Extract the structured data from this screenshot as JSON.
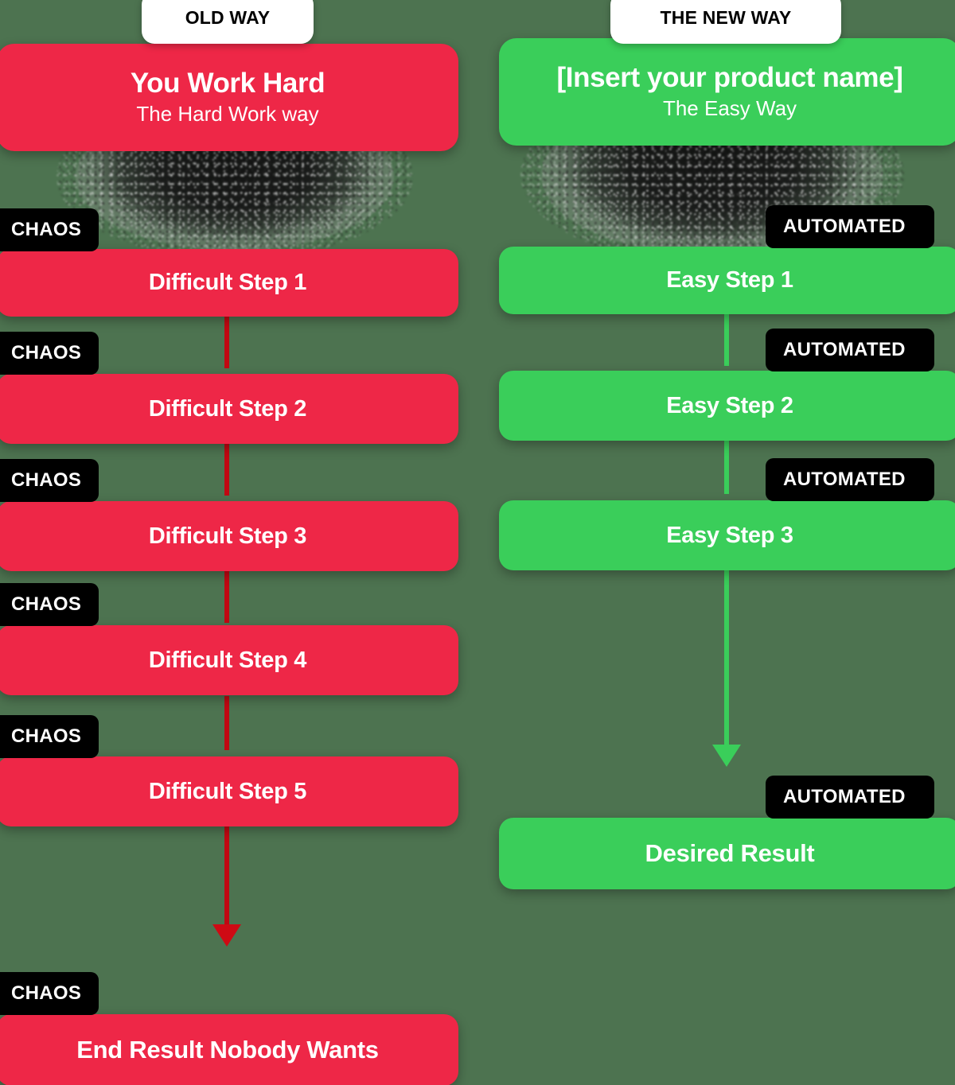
{
  "meta": {
    "background_color": "#4d7350",
    "red": "#ee2747",
    "green": "#3ace5a",
    "red_line": "#c10812",
    "black": "#000000",
    "white": "#ffffff"
  },
  "old_way": {
    "pill_label": "OLD WAY",
    "header": {
      "title": "You Work Hard",
      "subtitle": "The Hard Work way"
    },
    "tag_label": "CHAOS",
    "steps": [
      {
        "label": "Difficult Step 1",
        "tag": "CHAOS"
      },
      {
        "label": "Difficult Step 2",
        "tag": "CHAOS"
      },
      {
        "label": "Difficult Step 3",
        "tag": "CHAOS"
      },
      {
        "label": "Difficult Step 4",
        "tag": "CHAOS"
      },
      {
        "label": "Difficult Step 5",
        "tag": "CHAOS"
      }
    ],
    "result": {
      "label": "End Result Nobody Wants",
      "tag": "CHAOS"
    }
  },
  "new_way": {
    "pill_label": "THE NEW WAY",
    "header": {
      "title": "[Insert your product name]",
      "subtitle": "The Easy Way"
    },
    "tag_label": "AUTOMATED",
    "steps": [
      {
        "label": "Easy Step 1",
        "tag": "AUTOMATED"
      },
      {
        "label": "Easy Step 2",
        "tag": "AUTOMATED"
      },
      {
        "label": "Easy Step 3",
        "tag": "AUTOMATED"
      }
    ],
    "result": {
      "label": "Desired Result",
      "tag": "AUTOMATED"
    }
  }
}
